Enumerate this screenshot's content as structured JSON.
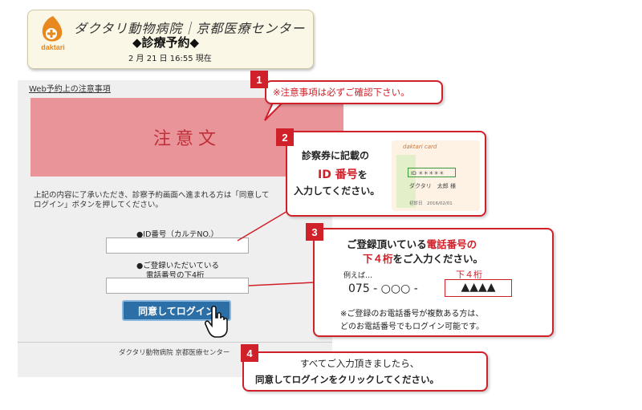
{
  "header": {
    "clinic_name": "ダクタリ動物病院｜京都医療センター",
    "subtitle": "◆診療予約◆",
    "datetime": "2 月 21 日 16:55 現在",
    "logo_text": "daktari"
  },
  "notice_link": "Web予約上の注意事項",
  "caution_text": "注意文",
  "intro_text": "上記の内容に了承いただき、診察予約画面へ進まれる方は「同意してログイン」ボタンを押してください。",
  "form": {
    "id_label": "●ID番号（カルテNO.）",
    "phone_label_1": "●ご登録いただいている",
    "phone_label_2": "電話番号の下4桁",
    "id_value": "",
    "phone_value": ""
  },
  "login_button": "同意してログイン",
  "footer": "ダクタリ動物病院 京都医療センター",
  "callouts": {
    "c1": {
      "num": "1",
      "text": "※注意事項は必ずご確認下さい。"
    },
    "c2": {
      "num": "2",
      "line1": "診察券に記載の",
      "line2_red": "ID 番号",
      "line2_rest": "を",
      "line3": "入力してください。",
      "card_brand": "daktari card",
      "card_id": "ID ＊＊＊＊＊",
      "card_name": "ダクタリ　太郎 様",
      "card_date": "初診日　2016/02/01"
    },
    "c3": {
      "num": "3",
      "line1_a": "ご登録頂いている",
      "line1_red": "電話番号の",
      "line2_red": "下４桁",
      "line2_rest": "をご入力ください。",
      "example": "例えば…",
      "last4_label": "下４桁",
      "phone_part": "075 - ○○○ -",
      "last4": "▲▲▲▲",
      "note1": "※ご登録のお電話番号が複数ある方は、",
      "note2": "どのお電話番号でもログイン可能です。"
    },
    "c4": {
      "num": "4",
      "line1": "すべてご入力頂きましたら、",
      "line2": "同意してログインをクリックしてください。"
    }
  },
  "colors": {
    "accent_red": "#d0202a",
    "caution_bg": "#e99499",
    "button_blue": "#2c6fa6"
  }
}
